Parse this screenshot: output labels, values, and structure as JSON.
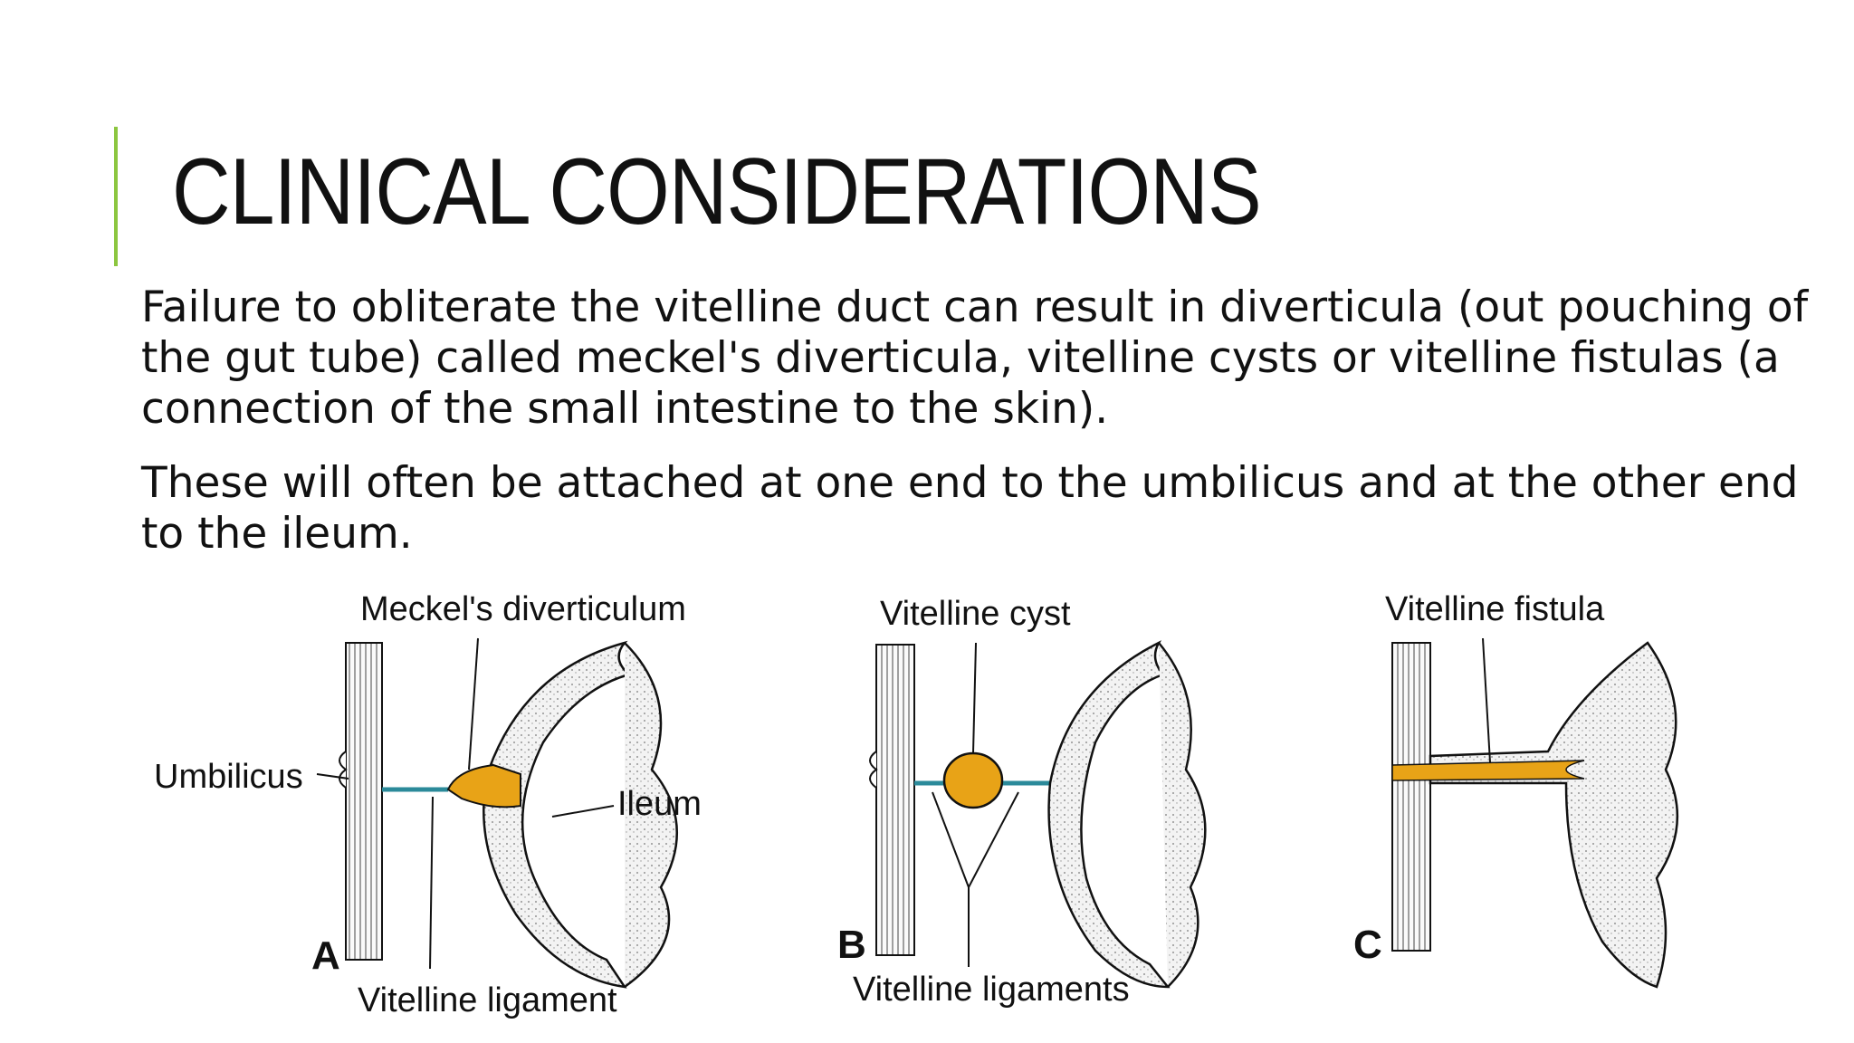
{
  "slide": {
    "title": "CLINICAL CONSIDERATIONS",
    "paragraphs": [
      "Failure to obliterate the vitelline duct can result in diverticula (out pouching of the gut tube) called meckel's diverticula, vitelline cysts or vitelline fistulas (a connection of the small intestine to the skin).",
      "These will often be attached at one end to the umbilicus and at the other end to the ileum."
    ],
    "accent_color": "#8cc63f"
  },
  "figure": {
    "panels": [
      {
        "letter": "A",
        "labels": {
          "top": "Meckel's diverticulum",
          "left": "Umbilicus",
          "right": "Ileum",
          "bottom": "Vitelline ligament"
        }
      },
      {
        "letter": "B",
        "labels": {
          "top": "Vitelline cyst",
          "bottom": "Vitelline ligaments"
        }
      },
      {
        "letter": "C",
        "labels": {
          "top": "Vitelline fistula"
        }
      }
    ],
    "colors": {
      "yolk_structure": "#e8a317",
      "ligament": "#2b8a9a",
      "wall_fill": "#efefef",
      "outline": "#111111"
    }
  }
}
